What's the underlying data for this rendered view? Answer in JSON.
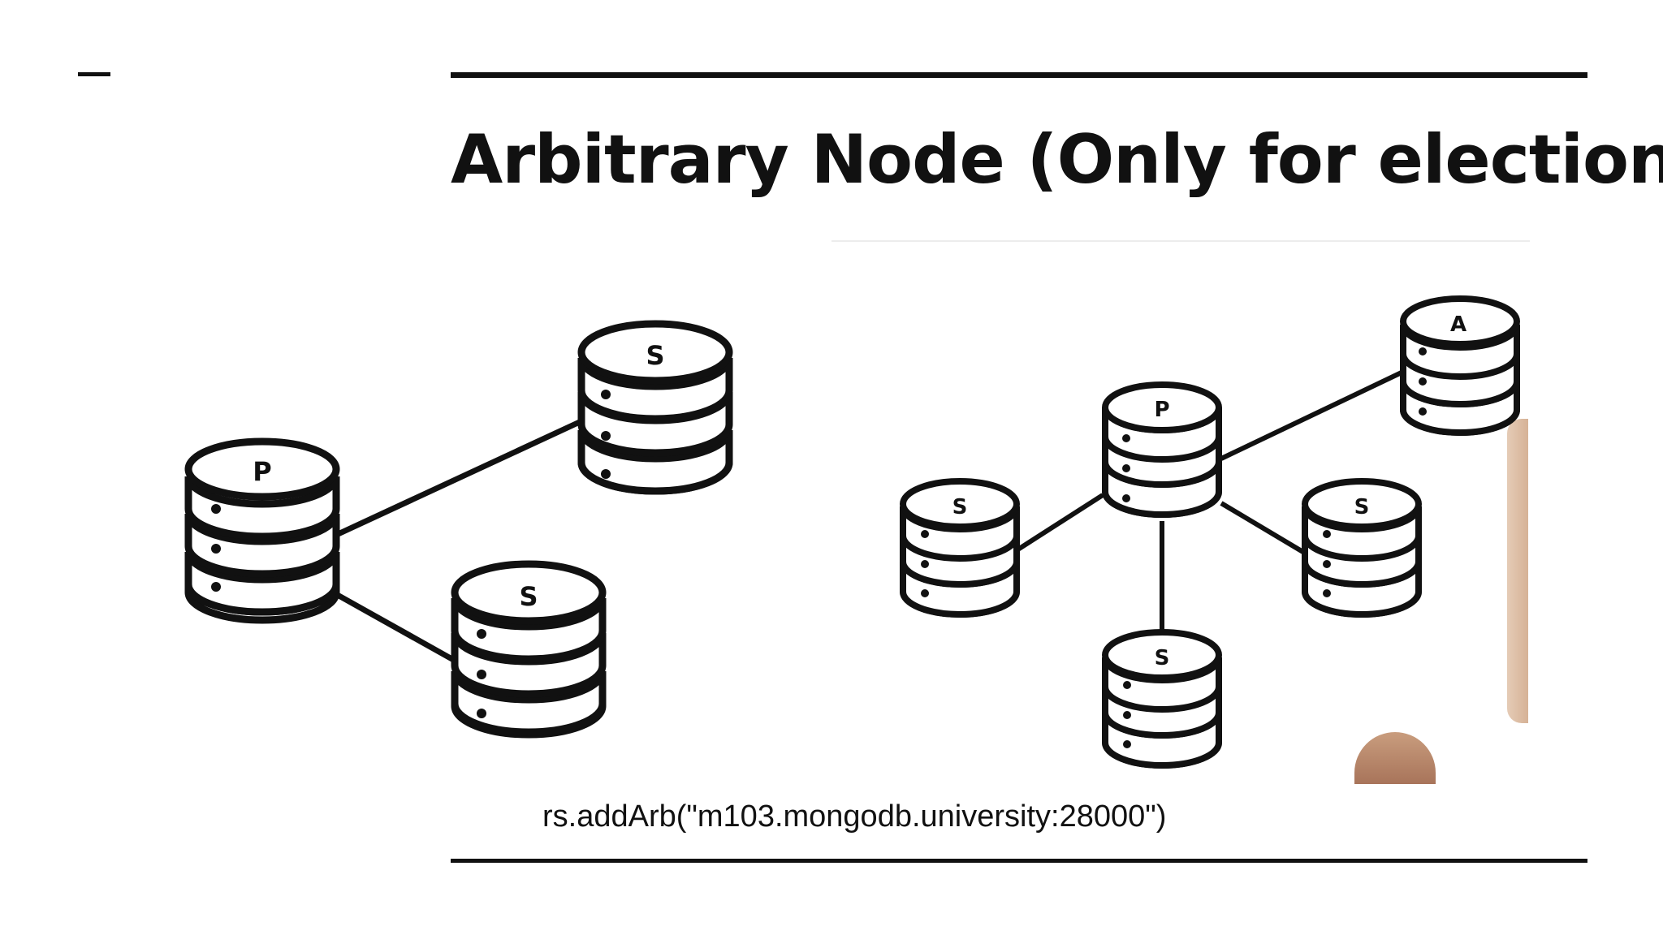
{
  "slide": {
    "title": "Arbitrary Node (Only for election)",
    "command": "rs.addArb(\"m103.mongodb.university:28000\")"
  },
  "diagrams": {
    "left": {
      "nodes": [
        {
          "id": "p",
          "label": "P"
        },
        {
          "id": "s1",
          "label": "S"
        },
        {
          "id": "s2",
          "label": "S"
        }
      ]
    },
    "right": {
      "nodes": [
        {
          "id": "p",
          "label": "P"
        },
        {
          "id": "a",
          "label": "A"
        },
        {
          "id": "s-left",
          "label": "S"
        },
        {
          "id": "s-right",
          "label": "S"
        },
        {
          "id": "s-bottom",
          "label": "S"
        }
      ]
    }
  }
}
